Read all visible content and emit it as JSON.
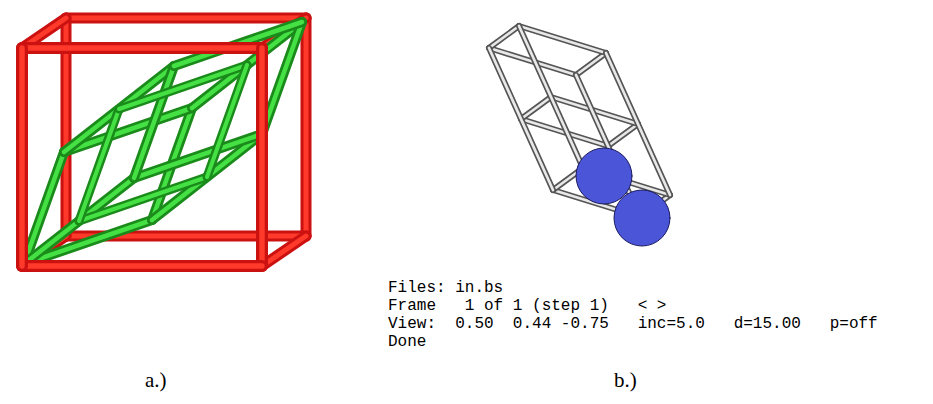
{
  "diagram": {
    "labels": [
      "Files: in.bs",
      "Frame   1 of 1 (step 1)   < >",
      "View:  0.50  0.44 -0.75   inc=5.0   d=15.00   p=off",
      "Done",
      "a.)",
      "b.)"
    ]
  }
}
